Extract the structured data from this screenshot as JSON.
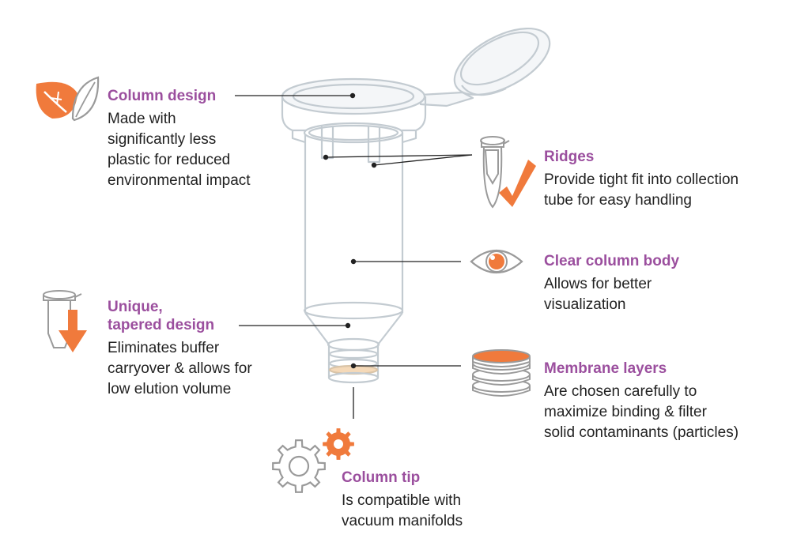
{
  "colors": {
    "accent": "#f07a3c",
    "heading": "#9b4f9e",
    "tube_outline": "#c3cbd1",
    "icon_gray": "#9a9a9a",
    "text": "#222222"
  },
  "icons": [
    "leaf-icon",
    "checkmark-tube-icon",
    "eye-icon",
    "tapered-tube-down-arrow-icon",
    "membrane-stack-icon",
    "gears-icon"
  ],
  "callouts": {
    "column_design": {
      "title": "Column design",
      "body": "Made with\nsignificantly less\nplastic for reduced\nenvironmental impact"
    },
    "ridges": {
      "title": "Ridges",
      "body": "Provide tight fit into collection\ntube for easy handling"
    },
    "clear_body": {
      "title": "Clear column body",
      "body": "Allows for better\nvisualization"
    },
    "tapered": {
      "title": "Unique,\ntapered design",
      "body": "Eliminates buffer\ncarryover & allows for\nlow elution volume"
    },
    "membrane": {
      "title": "Membrane layers",
      "body": "Are chosen carefully to\nmaximize binding & filter\nsolid contaminants (particles)"
    },
    "tip": {
      "title": "Column tip",
      "body": "Is compatible with\nvacuum manifolds"
    }
  }
}
